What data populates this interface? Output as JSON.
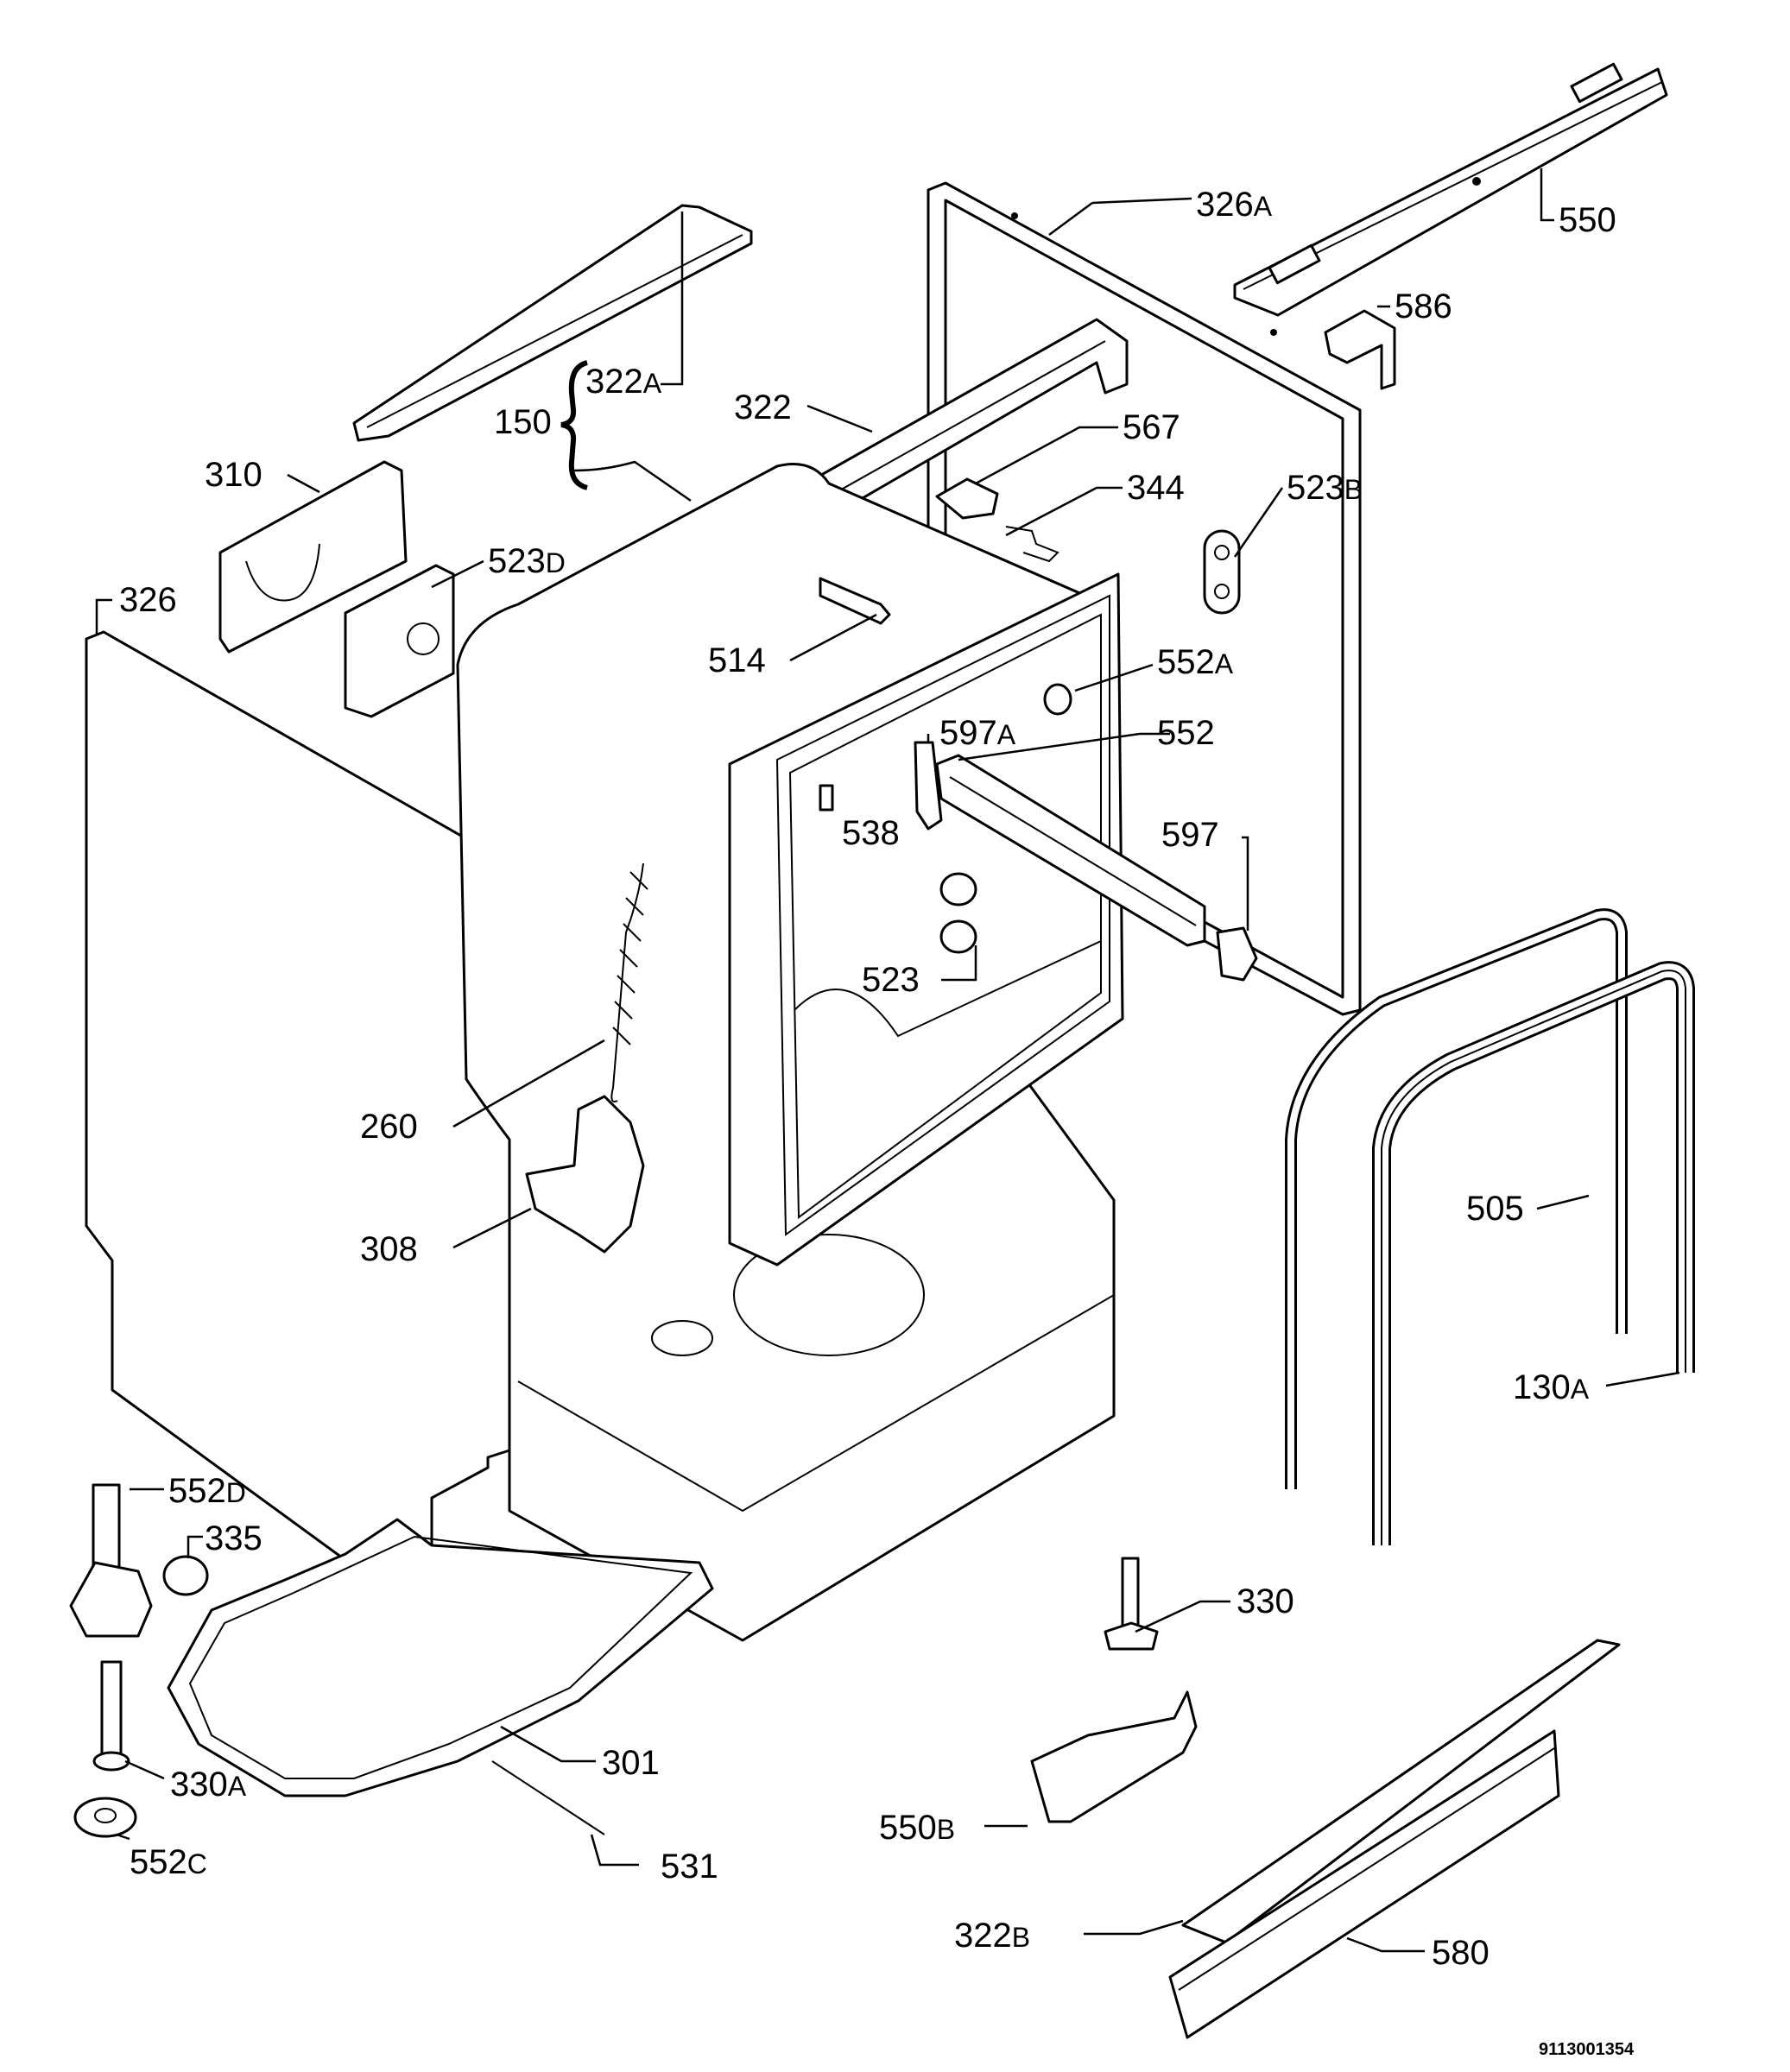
{
  "labels": {
    "l326a": {
      "num": "326",
      "suffix": "A"
    },
    "l550": {
      "num": "550",
      "suffix": ""
    },
    "l586": {
      "num": "586",
      "suffix": ""
    },
    "l322a": {
      "num": "322",
      "suffix": "A"
    },
    "l150": {
      "num": "150",
      "suffix": ""
    },
    "l322": {
      "num": "322",
      "suffix": ""
    },
    "l567": {
      "num": "567",
      "suffix": ""
    },
    "l344": {
      "num": "344",
      "suffix": ""
    },
    "l523b": {
      "num": "523",
      "suffix": "B"
    },
    "l310": {
      "num": "310",
      "suffix": ""
    },
    "l523d": {
      "num": "523",
      "suffix": "D"
    },
    "l326": {
      "num": "326",
      "suffix": ""
    },
    "l514": {
      "num": "514",
      "suffix": ""
    },
    "l552a": {
      "num": "552",
      "suffix": "A"
    },
    "l597a": {
      "num": "597",
      "suffix": "A"
    },
    "l552": {
      "num": "552",
      "suffix": ""
    },
    "l538": {
      "num": "538",
      "suffix": ""
    },
    "l597": {
      "num": "597",
      "suffix": ""
    },
    "l523": {
      "num": "523",
      "suffix": ""
    },
    "l260": {
      "num": "260",
      "suffix": ""
    },
    "l505": {
      "num": "505",
      "suffix": ""
    },
    "l308": {
      "num": "308",
      "suffix": ""
    },
    "l130a": {
      "num": "130",
      "suffix": "A"
    },
    "l552d": {
      "num": "552",
      "suffix": "D"
    },
    "l335": {
      "num": "335",
      "suffix": ""
    },
    "l330": {
      "num": "330",
      "suffix": ""
    },
    "l301": {
      "num": "301",
      "suffix": ""
    },
    "l330a": {
      "num": "330",
      "suffix": "A"
    },
    "l550b": {
      "num": "550",
      "suffix": "B"
    },
    "l531": {
      "num": "531",
      "suffix": ""
    },
    "l552c": {
      "num": "552",
      "suffix": "C"
    },
    "l322b": {
      "num": "322",
      "suffix": "B"
    },
    "l580": {
      "num": "580",
      "suffix": ""
    }
  },
  "drawing_code": "9113001354"
}
